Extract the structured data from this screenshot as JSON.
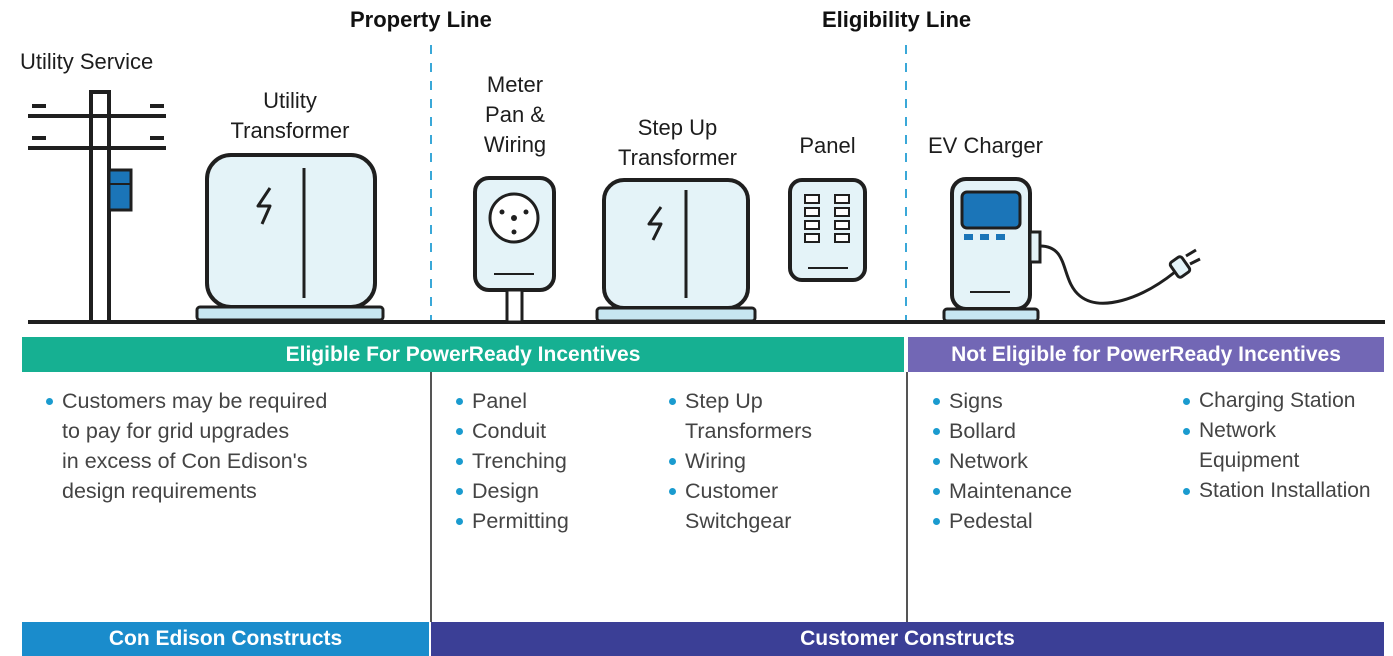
{
  "lines": {
    "property_line": "Property Line",
    "eligibility_line": "Eligibility Line"
  },
  "equipment": {
    "utility_service": "Utility Service",
    "utility_transformer": [
      "Utility",
      "Transformer"
    ],
    "meter_pan": [
      "Meter",
      "Pan &",
      "Wiring"
    ],
    "step_up_transformer": [
      "Step Up",
      "Transformer"
    ],
    "panel": "Panel",
    "ev_charger": "EV Charger"
  },
  "bands": {
    "eligible": "Eligible For PowerReady Incentives",
    "not_eligible": "Not Eligible for PowerReady Incentives",
    "con_edison": "Con Edison Constructs",
    "customer": "Customer Constructs"
  },
  "lists": {
    "con_edison_note": [
      "Customers may be required",
      "to pay for grid upgrades",
      "in excess of Con Edison's",
      "design requirements"
    ],
    "eligible_col1": [
      "Panel",
      "Conduit",
      "Trenching",
      "Design",
      "Permitting"
    ],
    "eligible_col2": [
      [
        "Step Up",
        "Transformers"
      ],
      [
        "Wiring"
      ],
      [
        "Customer",
        "Switchgear"
      ]
    ],
    "not_eligible_col1": [
      "Signs",
      "Bollard",
      "Network",
      "Maintenance",
      "Pedestal"
    ],
    "not_eligible_col2": [
      [
        "Charging Station"
      ],
      [
        "Network",
        "Equipment"
      ],
      [
        "Station Installation"
      ]
    ]
  },
  "colors": {
    "eligible_band": "#16b092",
    "not_eligible_band": "#7267b5",
    "con_edison_band": "#1a8ccc",
    "customer_band": "#3b3f96",
    "bullet": "#1a9bcf",
    "equipment_fill": "#e4f3f8",
    "equipment_base": "#c7e6f1",
    "accent_blue": "#1b75b8"
  },
  "icons": [
    "utility-pole-icon",
    "lightning-bolt-icon",
    "outlet-icon",
    "panel-breaker-icon",
    "ev-charger-icon",
    "plug-icon"
  ]
}
